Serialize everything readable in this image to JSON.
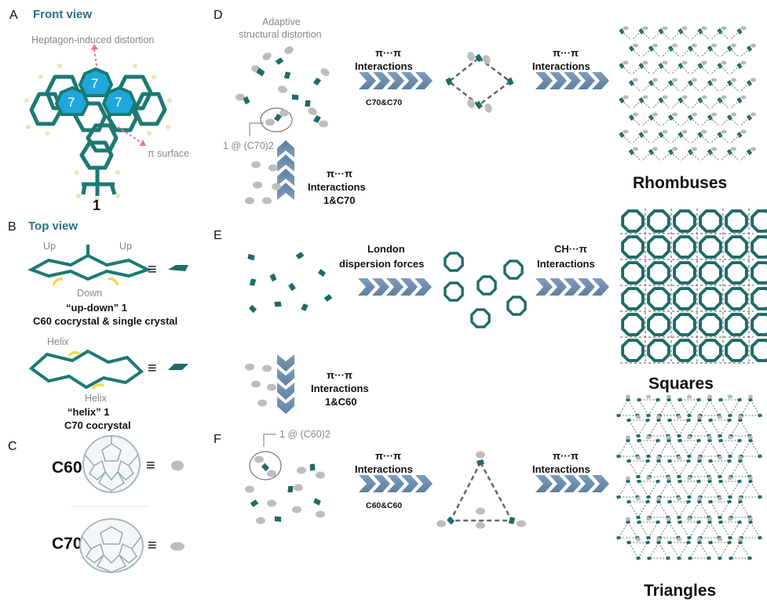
{
  "panels": {
    "A": "A",
    "B": "B",
    "C": "C",
    "D": "D",
    "E": "E",
    "F": "F"
  },
  "panelA": {
    "title": "Front view",
    "distortion": "Heptagon-induced distortion",
    "pi_surface": "π surface",
    "ring": "7",
    "molecule": "1"
  },
  "panelB": {
    "title": "Top view",
    "up1": "Up",
    "up2": "Up",
    "down": "Down",
    "updown_name": "“up-down” 1",
    "updown_desc": "C60 cocrystal & single crystal",
    "helix1": "Helix",
    "helix2": "Helix",
    "helix_name": "“helix” 1",
    "helix_desc": "C70 cocrystal",
    "equiv": "≡"
  },
  "panelC": {
    "c60": "C60",
    "c70": "C70"
  },
  "panelD": {
    "adaptive1": "Adaptive",
    "adaptive2": "structural distortion",
    "complex": "1 @ (C70)2",
    "pi1": "π···π",
    "int1": "Interactions",
    "pair1": "C70&C70",
    "pi2": "π···π",
    "int2": "Interactions",
    "pi3": "π···π",
    "int3": "Interactions",
    "pair3": "1&C70",
    "result": "Rhombuses"
  },
  "panelE": {
    "london1": "London",
    "london2": "dispersion forces",
    "ch": "CH···π",
    "int": "Interactions",
    "result": "Squares"
  },
  "panelEF": {
    "pi": "π···π",
    "int": "Interactions",
    "pair": "1&C60"
  },
  "panelF": {
    "complex": "1 @ (C60)2",
    "pi1": "π···π",
    "int1": "Interactions",
    "pair1": "C60&C60",
    "pi2": "π···π",
    "int2": "Interactions",
    "result": "Triangles"
  },
  "colors": {
    "teal": "#1e6b67",
    "grey_ball": "#b8b8b8",
    "arrow": "#6f8fae",
    "blue_ring": "#1fa7dc"
  }
}
